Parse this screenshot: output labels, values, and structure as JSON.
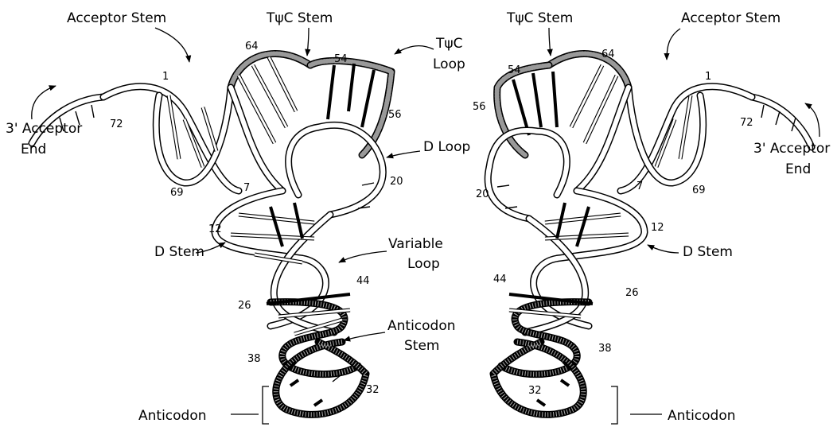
{
  "left_view": {
    "labels": {
      "acceptor_stem": "Acceptor Stem",
      "tpsic_stem": "TψC Stem",
      "tpsic_loop_line1": "TψC",
      "tpsic_loop_line2": "Loop",
      "acceptor_end_line1": "3' Acceptor",
      "acceptor_end_line2": "End",
      "d_loop": "D Loop",
      "d_stem": "D Stem",
      "variable_loop_line1": "Variable",
      "variable_loop_line2": "Loop",
      "anticodon_stem_line1": "Anticodon",
      "anticodon_stem_line2": "Stem",
      "anticodon": "Anticodon"
    },
    "numbers": {
      "n1": "1",
      "n64": "64",
      "n54": "54",
      "n72": "72",
      "n56": "56",
      "n69": "69",
      "n7": "7",
      "n20": "20",
      "n12": "12",
      "n44": "44",
      "n26": "26",
      "n38": "38",
      "n32": "32"
    }
  },
  "right_view": {
    "labels": {
      "tpsic_stem": "TψC Stem",
      "acceptor_stem": "Acceptor Stem",
      "acceptor_end_line1": "3' Acceptor",
      "acceptor_end_line2": "End",
      "d_stem": "D Stem",
      "anticodon": "Anticodon"
    },
    "numbers": {
      "n54": "54",
      "n64": "64",
      "n1": "1",
      "n56": "56",
      "n72": "72",
      "n7": "7",
      "n69": "69",
      "n20": "20",
      "n12": "12",
      "n44": "44",
      "n26": "26",
      "n38": "38",
      "n32": "32"
    }
  }
}
